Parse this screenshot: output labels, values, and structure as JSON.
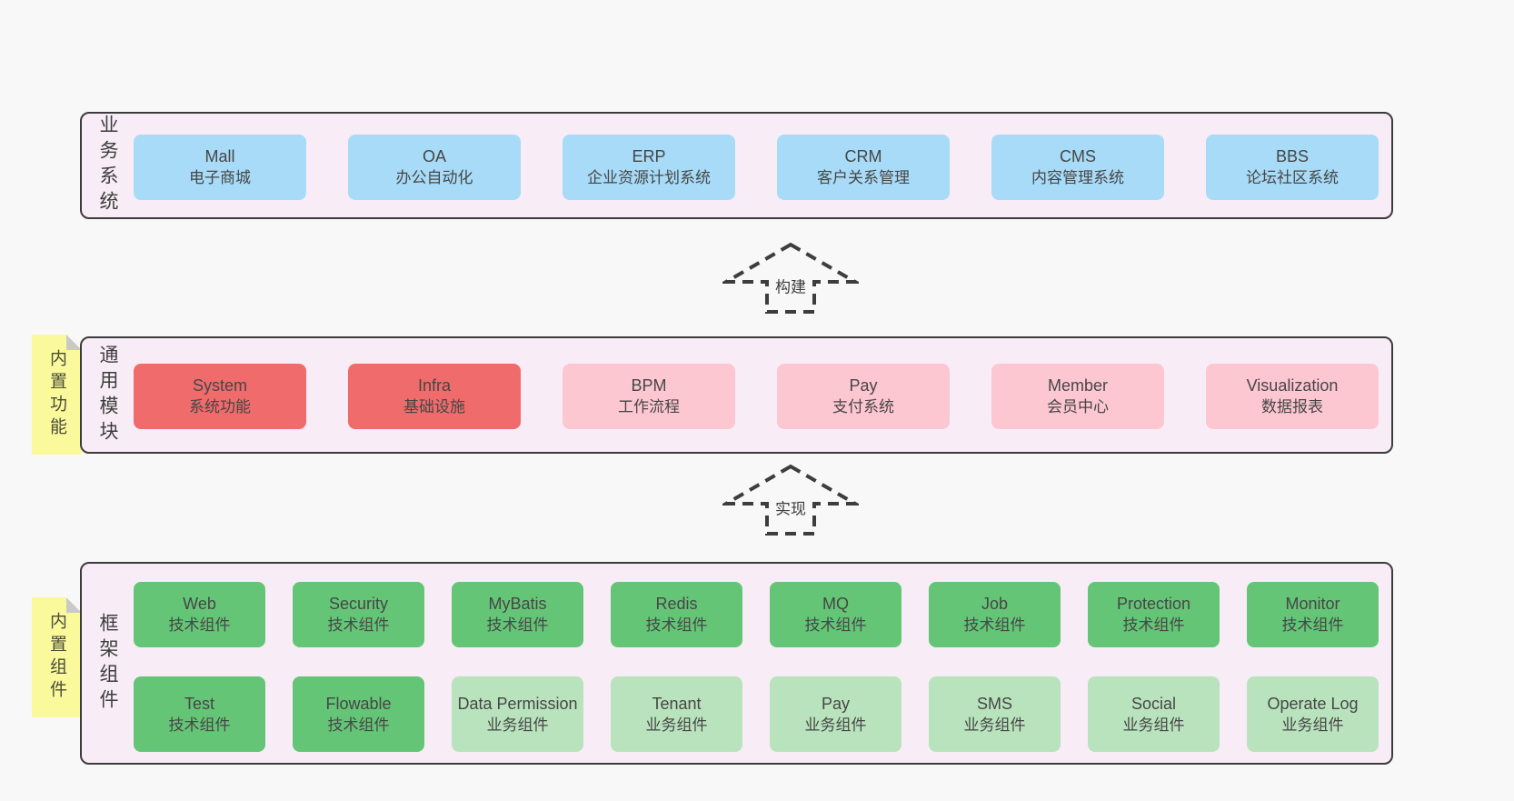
{
  "palette": {
    "page_bg": "#f8f8f8",
    "panel_bg": "#f8edf6",
    "panel_border": "#3c3c3c",
    "blue": "#a8dbf7",
    "red": "#f06b6b",
    "pink": "#fdc7d2",
    "green": "#65c577",
    "light_green": "#b9e3bd",
    "note_yellow": "#fafa9d",
    "note_fold": "#c9c9c9",
    "arrow_dash": "#3d3d3d"
  },
  "arrows": [
    {
      "label": "构建"
    },
    {
      "label": "实现"
    }
  ],
  "layers": [
    {
      "label": "业务系统",
      "boxes": [
        {
          "name": "Mall",
          "desc": "电子商城"
        },
        {
          "name": "OA",
          "desc": "办公自动化"
        },
        {
          "name": "ERP",
          "desc": "企业资源计划系统"
        },
        {
          "name": "CRM",
          "desc": "客户关系管理"
        },
        {
          "name": "CMS",
          "desc": "内容管理系统"
        },
        {
          "name": "BBS",
          "desc": "论坛社区系统"
        }
      ]
    },
    {
      "label": "通用模块",
      "note": "内置功能",
      "boxes": [
        {
          "name": "System",
          "desc": "系统功能"
        },
        {
          "name": "Infra",
          "desc": "基础设施"
        },
        {
          "name": "BPM",
          "desc": "工作流程"
        },
        {
          "name": "Pay",
          "desc": "支付系统"
        },
        {
          "name": "Member",
          "desc": "会员中心"
        },
        {
          "name": "Visualization",
          "desc": "数据报表"
        }
      ]
    },
    {
      "label": "框架组件",
      "note": "内置组件",
      "rows": [
        [
          {
            "name": "Web",
            "desc": "技术组件"
          },
          {
            "name": "Security",
            "desc": "技术组件"
          },
          {
            "name": "MyBatis",
            "desc": "技术组件"
          },
          {
            "name": "Redis",
            "desc": "技术组件"
          },
          {
            "name": "MQ",
            "desc": "技术组件"
          },
          {
            "name": "Job",
            "desc": "技术组件"
          },
          {
            "name": "Protection",
            "desc": "技术组件"
          },
          {
            "name": "Monitor",
            "desc": "技术组件"
          }
        ],
        [
          {
            "name": "Test",
            "desc": "技术组件"
          },
          {
            "name": "Flowable",
            "desc": "技术组件"
          },
          {
            "name": "Data Permission",
            "desc": "业务组件"
          },
          {
            "name": "Tenant",
            "desc": "业务组件"
          },
          {
            "name": "Pay",
            "desc": "业务组件"
          },
          {
            "name": "SMS",
            "desc": "业务组件"
          },
          {
            "name": "Social",
            "desc": "业务组件"
          },
          {
            "name": "Operate Log",
            "desc": "业务组件"
          }
        ]
      ]
    }
  ]
}
